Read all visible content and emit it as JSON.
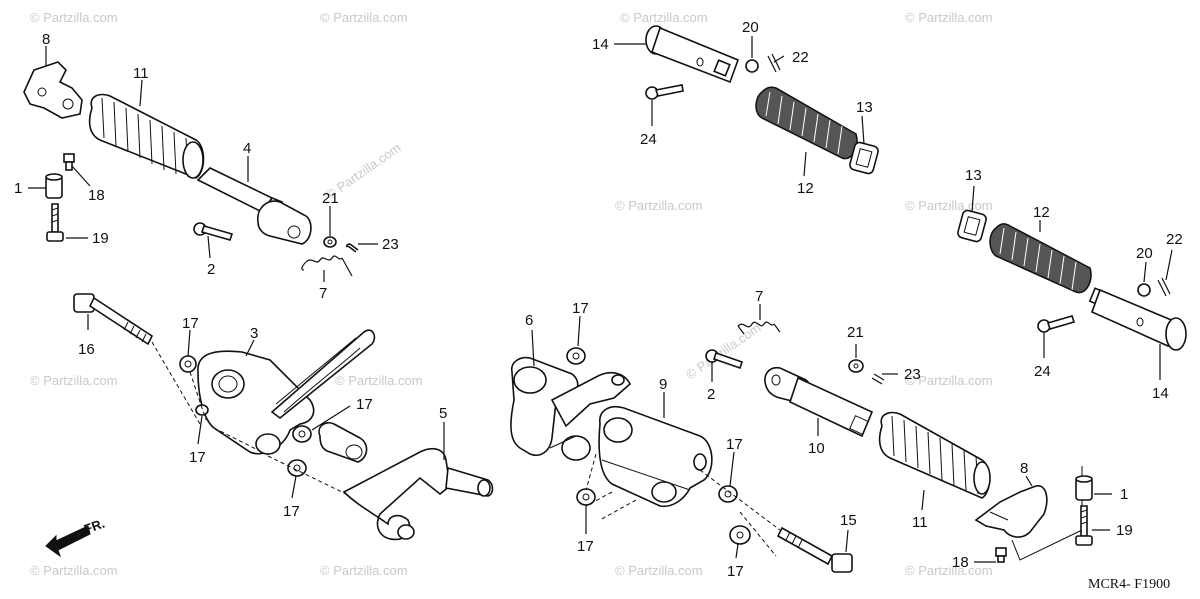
{
  "diagram": {
    "code": "MCR4- F1900",
    "direction_label": "FR.",
    "watermark": "© Partzilla.com",
    "callouts": [
      {
        "id": "c8a",
        "text": "8"
      },
      {
        "id": "c11a",
        "text": "11"
      },
      {
        "id": "c1a",
        "text": "1"
      },
      {
        "id": "c18a",
        "text": "18"
      },
      {
        "id": "c19a",
        "text": "19"
      },
      {
        "id": "c4",
        "text": "4"
      },
      {
        "id": "c2a",
        "text": "2"
      },
      {
        "id": "c21a",
        "text": "21"
      },
      {
        "id": "c23a",
        "text": "23"
      },
      {
        "id": "c7a",
        "text": "7"
      },
      {
        "id": "c16",
        "text": "16"
      },
      {
        "id": "c17a",
        "text": "17"
      },
      {
        "id": "c3",
        "text": "3"
      },
      {
        "id": "c17b",
        "text": "17"
      },
      {
        "id": "c17c",
        "text": "17"
      },
      {
        "id": "c17d",
        "text": "17"
      },
      {
        "id": "c5",
        "text": "5"
      },
      {
        "id": "c14a",
        "text": "14"
      },
      {
        "id": "c20a",
        "text": "20"
      },
      {
        "id": "c22a",
        "text": "22"
      },
      {
        "id": "c24a",
        "text": "24"
      },
      {
        "id": "c13a",
        "text": "13"
      },
      {
        "id": "c12a",
        "text": "12"
      },
      {
        "id": "c13b",
        "text": "13"
      },
      {
        "id": "c12b",
        "text": "12"
      },
      {
        "id": "c20b",
        "text": "20"
      },
      {
        "id": "c22b",
        "text": "22"
      },
      {
        "id": "c24b",
        "text": "24"
      },
      {
        "id": "c14b",
        "text": "14"
      },
      {
        "id": "c6",
        "text": "6"
      },
      {
        "id": "c17e",
        "text": "17"
      },
      {
        "id": "c7b",
        "text": "7"
      },
      {
        "id": "c2b",
        "text": "2"
      },
      {
        "id": "c9",
        "text": "9"
      },
      {
        "id": "c21b",
        "text": "21"
      },
      {
        "id": "c23b",
        "text": "23"
      },
      {
        "id": "c10",
        "text": "10"
      },
      {
        "id": "c17f",
        "text": "17"
      },
      {
        "id": "c8b",
        "text": "8"
      },
      {
        "id": "c1b",
        "text": "1"
      },
      {
        "id": "c17g",
        "text": "17"
      },
      {
        "id": "c11b",
        "text": "11"
      },
      {
        "id": "c15",
        "text": "15"
      },
      {
        "id": "c19b",
        "text": "19"
      },
      {
        "id": "c17h",
        "text": "17"
      },
      {
        "id": "c18b",
        "text": "18"
      }
    ]
  }
}
